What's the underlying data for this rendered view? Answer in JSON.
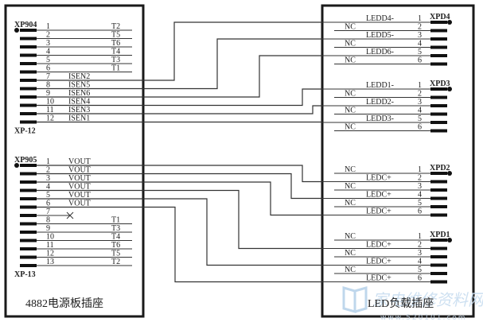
{
  "left_board": {
    "title": "4882电源板插座",
    "connectors": [
      {
        "name": "XP904",
        "footer": "XP-12",
        "pins": [
          {
            "num": "1",
            "signal": "T2",
            "kind": "t"
          },
          {
            "num": "2",
            "signal": "T5",
            "kind": "t"
          },
          {
            "num": "3",
            "signal": "T6",
            "kind": "t"
          },
          {
            "num": "4",
            "signal": "T4",
            "kind": "t"
          },
          {
            "num": "5",
            "signal": "T3",
            "kind": "t"
          },
          {
            "num": "6",
            "signal": "T1",
            "kind": "t"
          },
          {
            "num": "7",
            "signal": "ISEN2",
            "kind": "wire"
          },
          {
            "num": "8",
            "signal": "ISEN5",
            "kind": "wire"
          },
          {
            "num": "9",
            "signal": "ISEN6",
            "kind": "wire"
          },
          {
            "num": "10",
            "signal": "ISEN4",
            "kind": "wire"
          },
          {
            "num": "11",
            "signal": "ISEN3",
            "kind": "wire"
          },
          {
            "num": "12",
            "signal": "ISEN1",
            "kind": "wire"
          }
        ]
      },
      {
        "name": "XP905",
        "footer": "XP-13",
        "pins": [
          {
            "num": "1",
            "signal": "VOUT",
            "kind": "wire"
          },
          {
            "num": "2",
            "signal": "VOUT",
            "kind": "wire"
          },
          {
            "num": "3",
            "signal": "VOUT",
            "kind": "wire"
          },
          {
            "num": "4",
            "signal": "VOUT",
            "kind": "wire"
          },
          {
            "num": "5",
            "signal": "VOUT",
            "kind": "wire"
          },
          {
            "num": "6",
            "signal": "VOUT",
            "kind": "wire"
          },
          {
            "num": "7",
            "signal": "",
            "kind": "nc-x"
          },
          {
            "num": "8",
            "signal": "T1",
            "kind": "t"
          },
          {
            "num": "9",
            "signal": "T3",
            "kind": "t"
          },
          {
            "num": "10",
            "signal": "T4",
            "kind": "t"
          },
          {
            "num": "11",
            "signal": "T6",
            "kind": "t"
          },
          {
            "num": "12",
            "signal": "T5",
            "kind": "t"
          },
          {
            "num": "13",
            "signal": "T2",
            "kind": "t"
          }
        ]
      }
    ]
  },
  "right_board": {
    "title": "LED负载插座",
    "connectors": [
      {
        "name": "XPD4",
        "pins": [
          {
            "num": "1",
            "signal": "LEDD4-"
          },
          {
            "num": "2",
            "signal": "NC"
          },
          {
            "num": "3",
            "signal": "LEDD5-"
          },
          {
            "num": "4",
            "signal": "NC"
          },
          {
            "num": "5",
            "signal": "LEDD6-"
          },
          {
            "num": "6",
            "signal": "NC"
          }
        ]
      },
      {
        "name": "XPD3",
        "pins": [
          {
            "num": "1",
            "signal": "LEDD1-"
          },
          {
            "num": "2",
            "signal": "NC"
          },
          {
            "num": "3",
            "signal": "LEDD2-"
          },
          {
            "num": "4",
            "signal": "NC"
          },
          {
            "num": "5",
            "signal": "LEDD3-"
          },
          {
            "num": "6",
            "signal": "NC"
          }
        ]
      },
      {
        "name": "XPD2",
        "pins": [
          {
            "num": "1",
            "signal": "NC"
          },
          {
            "num": "2",
            "signal": "LEDC+"
          },
          {
            "num": "3",
            "signal": "NC"
          },
          {
            "num": "4",
            "signal": "LEDC+"
          },
          {
            "num": "5",
            "signal": "NC"
          },
          {
            "num": "6",
            "signal": "LEDC+"
          }
        ]
      },
      {
        "name": "XPD1",
        "pins": [
          {
            "num": "1",
            "signal": "NC"
          },
          {
            "num": "2",
            "signal": "LEDC+"
          },
          {
            "num": "3",
            "signal": "NC"
          },
          {
            "num": "4",
            "signal": "LEDC+"
          },
          {
            "num": "5",
            "signal": "NC"
          },
          {
            "num": "6",
            "signal": "LEDC+"
          }
        ]
      }
    ]
  },
  "wires": [
    {
      "from": "XP904.7",
      "to": "XPD4.1",
      "signal": "ISEN2"
    },
    {
      "from": "XP904.8",
      "to": "XPD4.3",
      "signal": "ISEN5"
    },
    {
      "from": "XP904.9",
      "to": "XPD4.5",
      "signal": "ISEN6"
    },
    {
      "from": "XP904.10",
      "to": "XPD3.1",
      "signal": "ISEN4"
    },
    {
      "from": "XP904.11",
      "to": "XPD3.3",
      "signal": "ISEN3"
    },
    {
      "from": "XP904.12",
      "to": "XPD3.5",
      "signal": "ISEN1"
    },
    {
      "from": "XP905.1",
      "to": "XPD2.2",
      "signal": "VOUT"
    },
    {
      "from": "XP905.2",
      "to": "XPD2.4",
      "signal": "VOUT"
    },
    {
      "from": "XP905.3",
      "to": "XPD2.6",
      "signal": "VOUT"
    },
    {
      "from": "XP905.4",
      "to": "XPD1.2",
      "signal": "VOUT"
    },
    {
      "from": "XP905.5",
      "to": "XPD1.4",
      "signal": "VOUT"
    },
    {
      "from": "XP905.6",
      "to": "XPD1.6",
      "signal": "VOUT"
    }
  ],
  "watermark": {
    "text": "家电维修资料网",
    "url_text": "www.520101.com"
  },
  "colors": {
    "line": "#333333",
    "box": "#1a1a1a",
    "watermark_blue": "#b9d3ea",
    "watermark_red": "#f0b8b8"
  }
}
